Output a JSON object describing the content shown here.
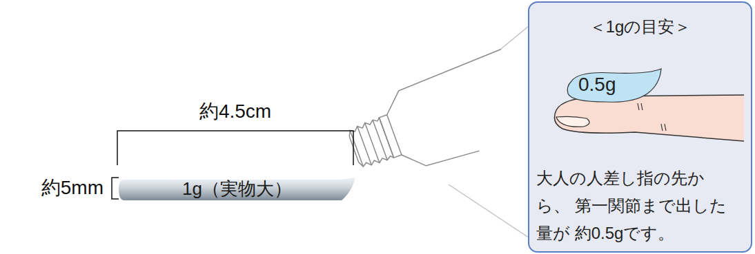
{
  "diagram": {
    "nodes": [
      {
        "text": [
          "1g（実物大）"
        ]
      },
      {
        "text": [
          "＜1gの目安＞",
          "大人の人差し指の先から、 第一関節まで出した量が 約0.5gです。"
        ]
      },
      {
        "text": [
          "0.5g"
        ],
        "in": 1
      }
    ],
    "labels": [
      "約4.5cm",
      "約5mm"
    ]
  }
}
